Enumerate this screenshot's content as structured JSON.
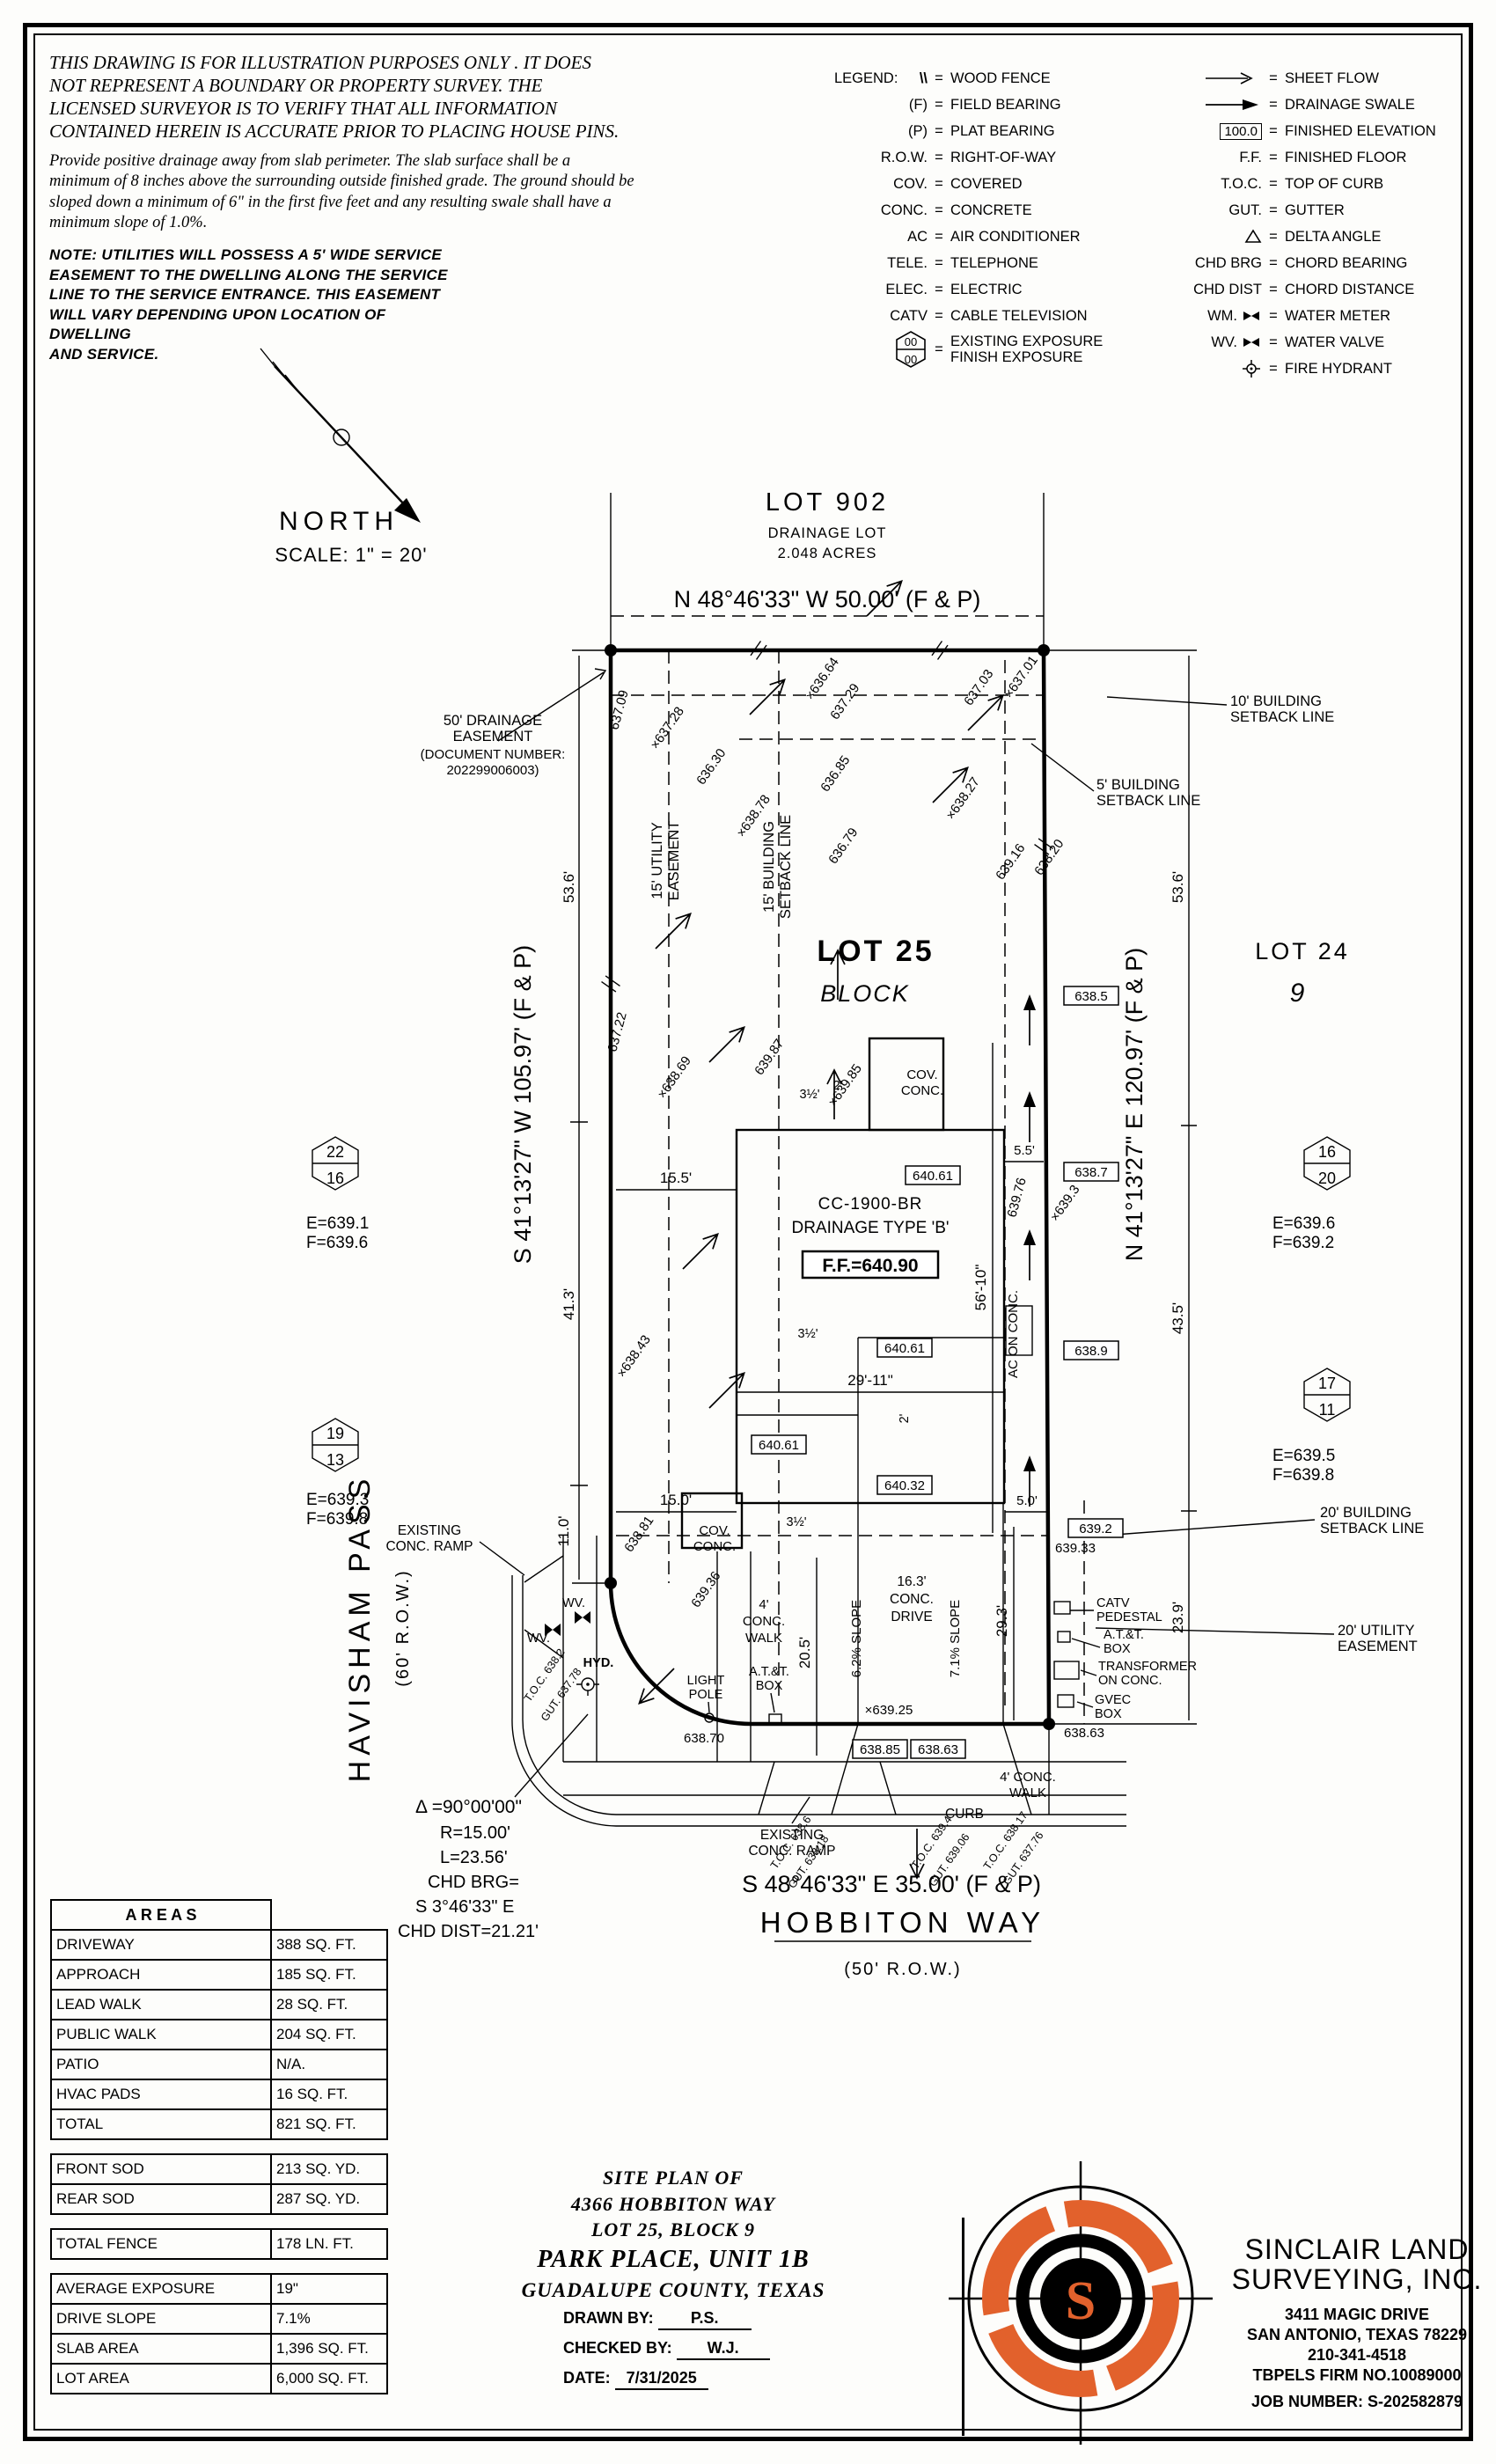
{
  "disclaimer": {
    "para1": "THIS DRAWING IS FOR ILLUSTRATION PURPOSES ONLY . IT DOES\nNOT REPRESENT A BOUNDARY OR PROPERTY SURVEY. THE\nLICENSED SURVEYOR IS TO VERIFY THAT ALL INFORMATION\nCONTAINED HEREIN IS ACCURATE PRIOR TO PLACING HOUSE PINS.",
    "para2": "Provide positive drainage away from slab perimeter. The slab surface shall be a\nminimum of 8 inches above the surrounding outside finished grade. The ground should be\nsloped down a minimum of 6\" in the first five feet and any resulting swale shall have a\nminimum slope of 1.0%.",
    "note": "NOTE:  UTILITIES WILL POSSESS A 5' WIDE SERVICE\nEASEMENT TO THE DWELLING ALONG THE SERVICE\nLINE TO THE SERVICE ENTRANCE. THIS EASEMENT\nWILL VARY DEPENDING UPON LOCATION OF DWELLING\nAND SERVICE."
  },
  "legend": {
    "title": "LEGEND:",
    "eq": "=",
    "left": [
      {
        "abbr": "\\\\",
        "desc": "WOOD FENCE"
      },
      {
        "abbr": "(F)",
        "desc": "FIELD BEARING"
      },
      {
        "abbr": "(P)",
        "desc": "PLAT BEARING"
      },
      {
        "abbr": "R.O.W.",
        "desc": "RIGHT-OF-WAY"
      },
      {
        "abbr": "COV.",
        "desc": "COVERED"
      },
      {
        "abbr": "CONC.",
        "desc": "CONCRETE"
      },
      {
        "abbr": "AC",
        "desc": "AIR CONDITIONER"
      },
      {
        "abbr": "TELE.",
        "desc": "TELEPHONE"
      },
      {
        "abbr": "ELEC.",
        "desc": "ELECTRIC"
      },
      {
        "abbr": "CATV",
        "desc": "CABLE TELEVISION"
      },
      {
        "abbr": "",
        "hex_top": "00",
        "hex_bottom": "00",
        "desc": "EXISTING EXPOSURE\nFINISH EXPOSURE"
      }
    ],
    "right": [
      {
        "abbr": "",
        "desc": "SHEET FLOW"
      },
      {
        "abbr": "",
        "desc": "DRAINAGE SWALE"
      },
      {
        "abbr": "100.0",
        "desc": "FINISHED ELEVATION"
      },
      {
        "abbr": "F.F.",
        "desc": "FINISHED FLOOR"
      },
      {
        "abbr": "T.O.C.",
        "desc": "TOP OF CURB"
      },
      {
        "abbr": "GUT.",
        "desc": "GUTTER"
      },
      {
        "abbr": "",
        "desc": "DELTA ANGLE"
      },
      {
        "abbr": "CHD BRG",
        "desc": "CHORD BEARING"
      },
      {
        "abbr": "CHD DIST",
        "desc": "CHORD DISTANCE"
      },
      {
        "abbr": "WM.",
        "desc": "WATER METER"
      },
      {
        "abbr": "WV.",
        "desc": "WATER VALVE"
      },
      {
        "abbr": "",
        "desc": "FIRE HYDRANT"
      }
    ]
  },
  "north": {
    "label": "NORTH",
    "scale": "SCALE: 1\" = 20'"
  },
  "plan": {
    "lot902": {
      "name": "LOT 902",
      "type": "DRAINAGE LOT",
      "acreage": "2.048 ACRES"
    },
    "bearings": {
      "north": "N 48°46'33\" W  50.00' (F & P)",
      "south": "S 48°46'33\" E  35.00' (F & P)",
      "west": "S 41°13'27\" W  105.97' (F & P)",
      "east": "N 41°13'27\" E  120.97' (F & P)"
    },
    "streets": {
      "bottom": "HOBBITON WAY",
      "bottom_row": "(50' R.O.W.)",
      "left": "HAVISHAM PASS",
      "left_row": "(60' R.O.W.)"
    },
    "lots": {
      "lot25": "LOT 25",
      "block": "BLOCK",
      "lot24": "LOT 24",
      "block9": "9"
    },
    "easements": {
      "drainage50": [
        "50' DRAINAGE",
        "EASEMENT",
        "(DOCUMENT NUMBER:",
        "202299006003)"
      ],
      "bsl10": [
        "10' BUILDING",
        "SETBACK LINE"
      ],
      "bsl5": [
        "5' BUILDING",
        "SETBACK LINE"
      ],
      "util15": [
        "15' UTILITY",
        "EASEMENT"
      ],
      "bsl15": [
        "15' BUILDING",
        "SETBACK LINE"
      ],
      "bsl20": [
        "20' BUILDING",
        "SETBACK LINE"
      ],
      "util20": [
        "20' UTILITY",
        "EASEMENT"
      ]
    },
    "house": {
      "model": "CC-1900-BR",
      "drainage_type": "DRAINAGE TYPE 'B'",
      "ff": "F.F.=640.90"
    },
    "features": {
      "cov_conc1": [
        "COV.",
        "CONC."
      ],
      "cov_conc2": [
        "COV.",
        "CONC."
      ],
      "ac_pad": "AC ON CONC.",
      "drive": [
        "16.3'",
        "CONC.",
        "DRIVE"
      ],
      "walk_side": [
        "4'",
        "CONC.",
        "WALK"
      ],
      "walk_front": [
        "4' CONC.",
        "WALK"
      ],
      "slope1": "6.2% SLOPE",
      "slope2": "7.1% SLOPE",
      "ramp1": [
        "EXISTING",
        "CONC. RAMP"
      ],
      "ramp2": [
        "EXISTING",
        "CONC. RAMP"
      ],
      "light_pole": [
        "LIGHT",
        "POLE"
      ],
      "att1": [
        "A.T.&T.",
        "BOX"
      ],
      "att2": [
        "A.T.&T.",
        "BOX"
      ],
      "catv_ped": [
        "CATV",
        "PEDESTAL"
      ],
      "transformer": [
        "TRANSFORMER",
        "ON CONC."
      ],
      "gvec": [
        "GVEC",
        "BOX"
      ],
      "curb": "CURB",
      "wv1": "WV.",
      "wv2": "WV.",
      "hyd": "HYD."
    },
    "curve": {
      "delta": "Δ =90°00'00\"",
      "r": "R=15.00'",
      "l": "L=23.56'",
      "chd_brg_label": "CHD BRG=",
      "chd_brg": "S 3°46'33\" E",
      "chd_dist": "CHD DIST=21.21'"
    },
    "dims": {
      "d53a": "53.6'",
      "d53b": "53.6'",
      "d41": "41.3'",
      "d43": "43.5'",
      "d23": "23.9'",
      "d15_5": "15.5'",
      "d29_11": "29'-11\"",
      "d15_0": "15.0'",
      "d11": "11.0'",
      "d5_5": "5.5'",
      "d5_0": "5.0'",
      "d56_10": "56'-10\"",
      "d20_5": "20.5'",
      "d29_3": "29.3'",
      "d3h_a": "3½'",
      "d3h_b": "3½'",
      "d3h_c": "3½'",
      "d2a": "2'",
      "d2b": "2'"
    },
    "markers": [
      {
        "top": "22",
        "bottom": "16",
        "e": "E=639.1",
        "f": "F=639.6"
      },
      {
        "top": "19",
        "bottom": "13",
        "e": "E=639.3",
        "f": "F=639.8"
      },
      {
        "top": "16",
        "bottom": "20",
        "e": "E=639.6",
        "f": "F=639.2"
      },
      {
        "top": "17",
        "bottom": "11",
        "e": "E=639.5",
        "f": "F=639.8"
      }
    ],
    "spots": [
      "637.09",
      "×637.28",
      "636.30",
      "×636.64",
      "637.29",
      "637.03",
      "×637.01",
      "636.85",
      "×638.78",
      "636.79",
      "×638.27",
      "639.16",
      "638.20",
      "637.22",
      "×638.69",
      "639.87",
      "×639.85",
      "639.76",
      "×639.3",
      "×638.43",
      "638.81",
      "639.36",
      "×639.25",
      "638.70",
      "639.33",
      "638.63"
    ],
    "boxed_spots": [
      "638.5",
      "638.7",
      "640.61",
      "640.61",
      "640.61",
      "640.32",
      "638.9",
      "639.2",
      "638.85",
      "638.63"
    ],
    "curb_spots": [
      "T.O.C. 638.2",
      "GUT. 637.78",
      "T.O.C. 638.6",
      "GUT. 638.18",
      "T.O.C. 639.4",
      "GUT. 639.06",
      "T.O.C. 638.17",
      "GUT. 637.76"
    ]
  },
  "areas_table": {
    "title": "A R E A S",
    "rows": [
      {
        "label": "DRIVEWAY",
        "value": "388 SQ. FT."
      },
      {
        "label": "APPROACH",
        "value": "185 SQ. FT."
      },
      {
        "label": "LEAD WALK",
        "value": "28 SQ. FT."
      },
      {
        "label": "PUBLIC WALK",
        "value": "204 SQ. FT."
      },
      {
        "label": "PATIO",
        "value": "N/A."
      },
      {
        "label": "HVAC PADS",
        "value": "16 SQ. FT."
      },
      {
        "label": "TOTAL",
        "value": "821 SQ. FT."
      },
      {
        "label": "FRONT SOD",
        "value": "213 SQ. YD."
      },
      {
        "label": "REAR SOD",
        "value": "287 SQ. YD."
      },
      {
        "label": "TOTAL FENCE",
        "value": "178 LN. FT."
      },
      {
        "label": "AVERAGE EXPOSURE",
        "value": "19\""
      },
      {
        "label": "DRIVE SLOPE",
        "value": "7.1%"
      },
      {
        "label": "SLAB AREA",
        "value": "1,396 SQ. FT."
      },
      {
        "label": "LOT AREA",
        "value": "6,000 SQ. FT."
      }
    ]
  },
  "title_block": {
    "line1": "SITE PLAN OF",
    "line2": "4366 HOBBITON WAY",
    "line3": "LOT 25, BLOCK 9",
    "line4": "PARK PLACE, UNIT 1B",
    "line5": "GUADALUPE COUNTY, TEXAS",
    "drawn_label": "DRAWN BY:",
    "drawn": "P.S.",
    "checked_label": "CHECKED BY:",
    "checked": "W.J.",
    "date_label": "DATE:",
    "date": "7/31/2025"
  },
  "firm": {
    "name1": "SINCLAIR LAND",
    "name2": "SURVEYING, INC.",
    "addr1": "3411 MAGIC DRIVE",
    "addr2": "SAN ANTONIO, TEXAS 78229",
    "phone": "210-341-4518",
    "firm_no": "TBPELS FIRM NO.10089000",
    "job": "JOB NUMBER: S-202582879",
    "logo_letter": "S",
    "accent": "#e2612c"
  }
}
